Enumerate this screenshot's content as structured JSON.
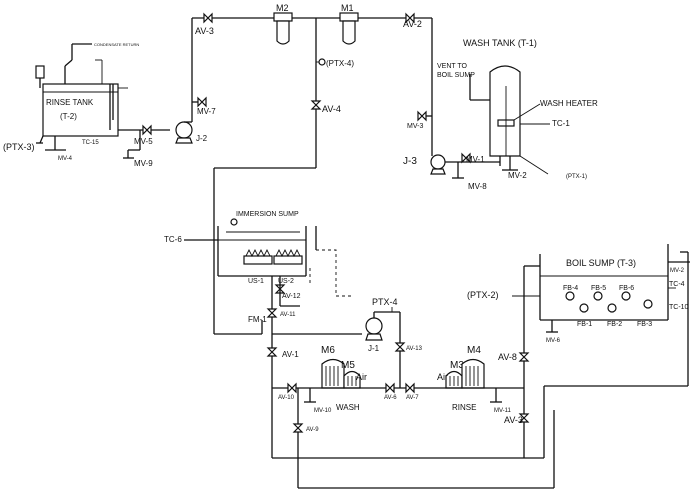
{
  "labels": {
    "rinse_tank": "RINSE TANK",
    "rinse_tank_id": "(T-2)",
    "condensate_return": "CONDENSATE RETURN",
    "tc15": "TC-15",
    "mv4": "MV-4",
    "mv5": "MV-5",
    "mv9": "MV-9",
    "ptx3": "(PTX-3)",
    "j2": "J-2",
    "mv7": "MV-7",
    "av3_top": "AV-3",
    "m2": "M2",
    "m1": "M1",
    "av2": "AV-2",
    "ptx4_top": "(PTX-4)",
    "av4": "AV-4",
    "wash_tank": "WASH TANK (T-1)",
    "vent_to": "VENT TO",
    "boil_sump_vent": "BOIL SUMP",
    "wash_heater": "WASH HEATER",
    "tc1": "TC-1",
    "mv3": "MV-3",
    "j3": "J-3",
    "mv1": "MV-1",
    "mv8": "MV-8",
    "mv2": "MV-2",
    "ptx1": "(PTX-1)",
    "immersion_sump": "IMMERSION SUMP",
    "tc6": "TC-6",
    "us1": "US-1",
    "us2": "US-2",
    "av12": "AV-12",
    "fm1": "FM-1",
    "av11": "AV-11",
    "ptx4_mid": "PTX-4",
    "j1": "J-1",
    "av13": "AV-13",
    "av1": "AV-1",
    "m6": "M6",
    "m5": "M5",
    "air1": "Air",
    "m3": "M3",
    "m4": "M4",
    "air2": "Air",
    "av8": "AV-8",
    "av10": "AV-10",
    "mv10": "MV-10",
    "wash": "WASH",
    "av6": "AV-6",
    "av7": "AV-7",
    "rinse": "RINSE",
    "mv11": "MV-11",
    "av3_low": "AV-3",
    "av9": "AV-9",
    "boil_sump": "BOIL SUMP (T-3)",
    "ptx2": "(PTX-2)",
    "fb4": "FB-4",
    "fb5": "FB-5",
    "fb6": "FB-6",
    "fb1": "FB-1",
    "fb2": "FB-2",
    "fb3": "FB-3",
    "mv6": "MV-6",
    "tc4": "TC-4",
    "tc10": "TC-10",
    "mv2_boil": "MV-2"
  }
}
